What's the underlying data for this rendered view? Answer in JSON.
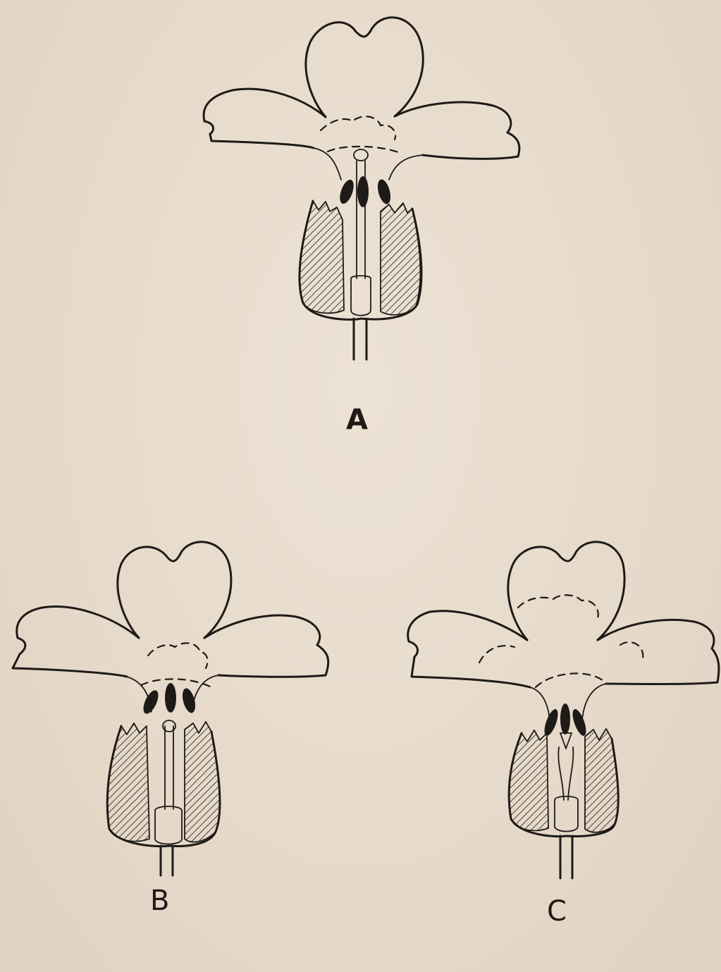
{
  "figure": {
    "panels": [
      {
        "id": "a",
        "label": "A"
      },
      {
        "id": "b",
        "label": "B"
      },
      {
        "id": "c",
        "label": "C"
      }
    ]
  }
}
